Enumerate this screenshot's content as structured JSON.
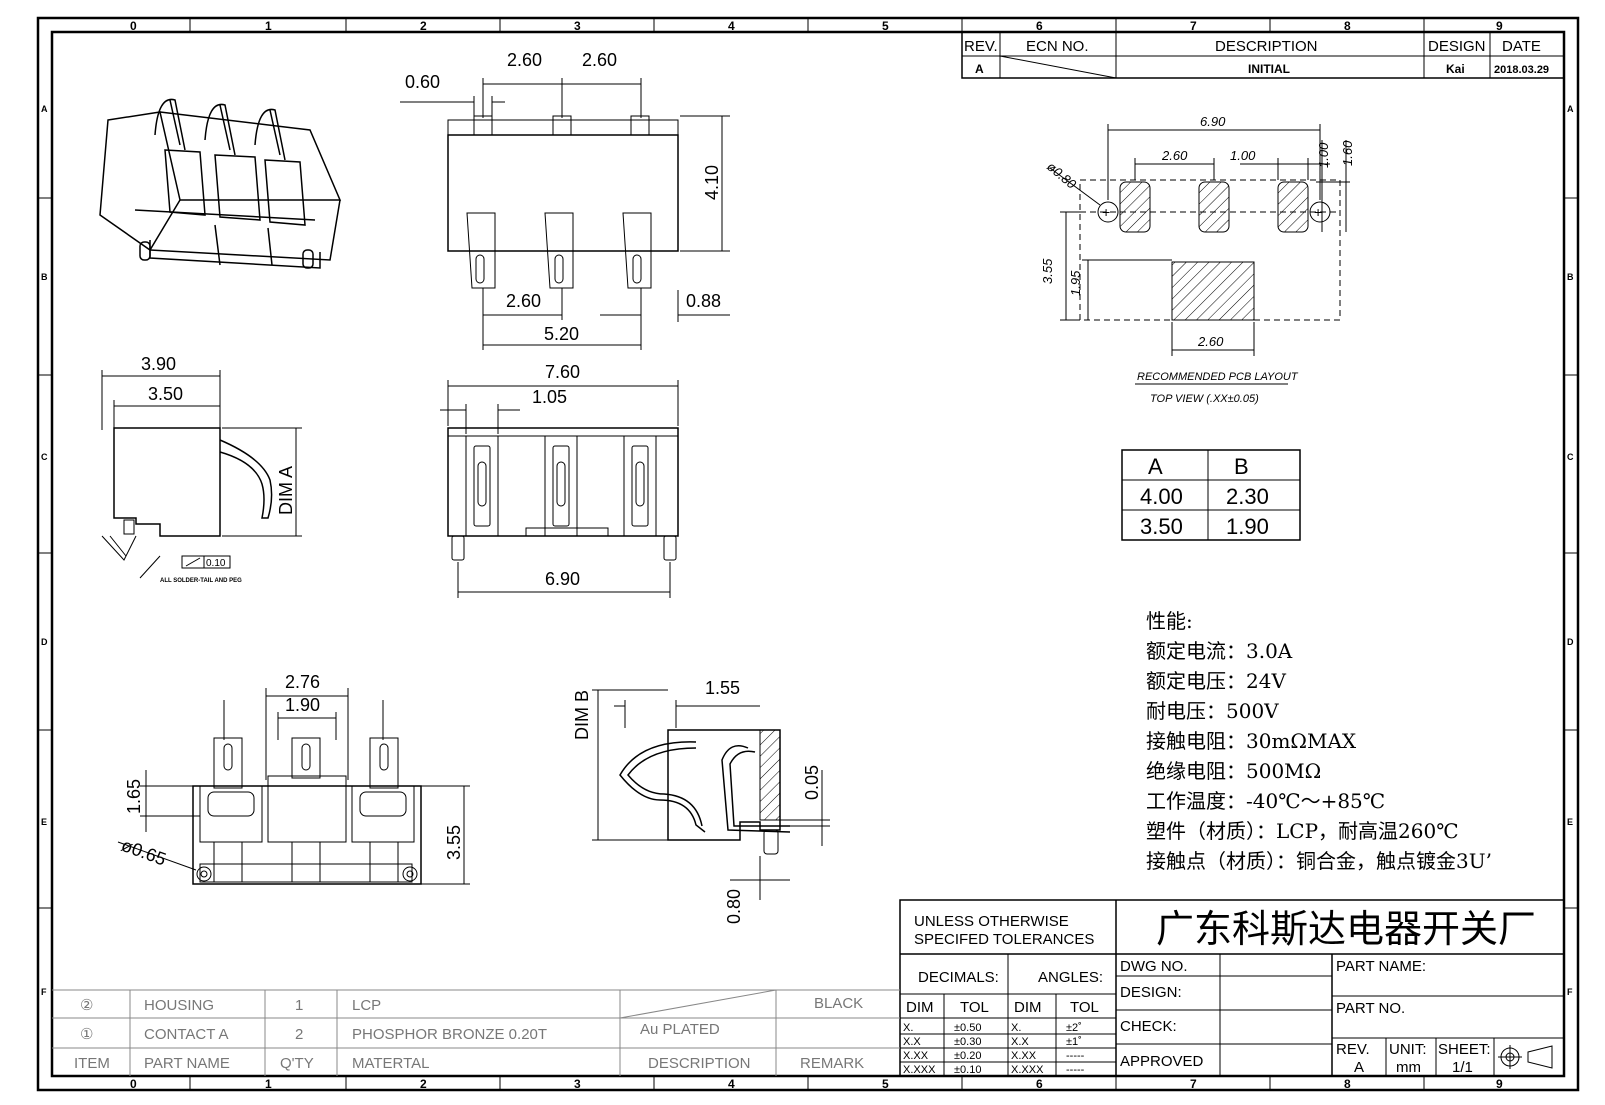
{
  "frame": {
    "col_numbers": [
      "0",
      "1",
      "2",
      "3",
      "4",
      "5",
      "6",
      "7",
      "8",
      "9"
    ],
    "row_letters": [
      "A",
      "B",
      "C",
      "D",
      "E",
      "F"
    ]
  },
  "revision_block": {
    "headers": {
      "rev": "REV.",
      "ecn": "ECN NO.",
      "description": "DESCRIPTION",
      "design": "DESIGN",
      "date": "DATE"
    },
    "row": {
      "rev": "A",
      "description": "INITIAL",
      "design": "Kai",
      "date": "2018.03.29"
    }
  },
  "top_view": {
    "dims": {
      "pitch_left": "2.60",
      "pitch_right": "2.60",
      "tab_width": "0.60",
      "height": "4.10",
      "bottom_pitch": "2.60",
      "edge": "0.88",
      "span": "5.20"
    }
  },
  "side_view": {
    "dims": {
      "outer": "3.90",
      "inner": "3.50",
      "dim_a": "DIM A",
      "flatness": "0.10",
      "note": "ALL SOLDER-TAIL AND PEG"
    }
  },
  "front_view": {
    "dims": {
      "width": "7.60",
      "contact": "1.05",
      "peg_span": "6.90"
    }
  },
  "bottom_view": {
    "dims": {
      "w1": "2.76",
      "w2": "1.90",
      "h1": "1.65",
      "h2": "3.55",
      "hole": "ø0.65"
    }
  },
  "section_view": {
    "dims": {
      "dim_b": "DIM B",
      "top": "1.55",
      "gap": "0.05",
      "tail": "0.80"
    }
  },
  "pcb_layout": {
    "dims": {
      "overall": "6.90",
      "pitch": "2.60",
      "pad": "1.00",
      "pad_h1": "1.00",
      "pad_h2": "1.60",
      "hole": "ø0.80",
      "v1": "3.55",
      "v2": "1.95",
      "bottom": "2.60"
    },
    "title": "RECOMMENDED PCB LAYOUT",
    "subtitle": "TOP VIEW (.XX±0.05)"
  },
  "dim_table": {
    "headers": [
      "A",
      "B"
    ],
    "rows": [
      [
        "4.00",
        "2.30"
      ],
      [
        "3.50",
        "1.90"
      ]
    ]
  },
  "specs": {
    "title": "性能:",
    "lines": [
      "额定电流：3.0A",
      "额定电压：24V",
      "耐电压：500V",
      "接触电阻：30mΩMAX",
      "绝缘电阻：500MΩ",
      "工作温度：-40℃～+85℃",
      "塑件（材质）：LCP，耐高温260℃",
      "接触点（材质）：铜合金，触点镀金3U’"
    ]
  },
  "title_block": {
    "tolerance_note_1": "UNLESS OTHERWISE",
    "tolerance_note_2": "SPECIFED TOLERANCES",
    "company": "广东科斯达电器开关厂",
    "decimals": "DECIMALS:",
    "angles": "ANGLES:",
    "dim": "DIM",
    "tol": "TOL",
    "decimal_rows": [
      [
        "X.",
        "±0.50"
      ],
      [
        "X.X",
        "±0.30"
      ],
      [
        "X.XX",
        "±0.20"
      ],
      [
        "X.XXX",
        "±0.10"
      ]
    ],
    "angle_rows": [
      [
        "X.",
        "±2˚"
      ],
      [
        "X.X",
        "±1˚"
      ],
      [
        "X.XX",
        "-----"
      ],
      [
        "X.XXX",
        "-----"
      ]
    ],
    "dwg_no": "DWG NO.",
    "design": "DESIGN:",
    "check": "CHECK:",
    "approved": "APPROVED",
    "part_name": "PART NAME:",
    "part_no": "PART NO.",
    "rev_label": "REV.",
    "rev_value": "A",
    "unit_label": "UNIT:",
    "unit_value": "mm",
    "sheet_label": "SHEET:",
    "sheet_value": "1/1"
  },
  "bom": {
    "rows": [
      {
        "item": "②",
        "part": "HOUSING",
        "qty": "1",
        "material": "LCP",
        "description": "",
        "remark": "BLACK"
      },
      {
        "item": "①",
        "part": "CONTACT A",
        "qty": "2",
        "material": "PHOSPHOR BRONZE 0.20T",
        "description": "Au PLATED",
        "remark": ""
      }
    ],
    "header": {
      "item": "ITEM",
      "part": "PART NAME",
      "qty": "Q'TY",
      "material": "MATERTAL",
      "description": "DESCRIPTION",
      "remark": "REMARK"
    }
  }
}
